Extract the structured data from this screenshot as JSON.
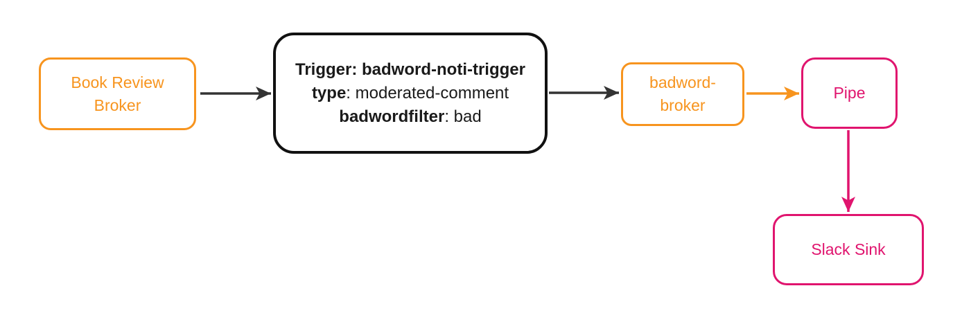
{
  "diagram": {
    "title": "event flow diagram",
    "colors": {
      "orange": "#F7941E",
      "pink": "#E0146E",
      "black": "#111111",
      "arrow_dark": "#333333",
      "background": "#ffffff"
    },
    "nodes": {
      "book_review_broker": {
        "label": "Book Review\nBroker"
      },
      "trigger": {
        "lines": [
          {
            "bold": "Trigger: badword-noti-trigger",
            "rest": ""
          },
          {
            "bold": "type",
            "rest": ": moderated-comment"
          },
          {
            "bold": "badwordfilter",
            "rest": ": bad"
          }
        ]
      },
      "badword_broker": {
        "label": "badword-\nbroker"
      },
      "pipe": {
        "label": "Pipe"
      },
      "slack_sink": {
        "label": "Slack Sink"
      }
    },
    "edges": [
      {
        "from": "book_review_broker",
        "to": "trigger",
        "color": "dark"
      },
      {
        "from": "trigger",
        "to": "badword_broker",
        "color": "dark"
      },
      {
        "from": "badword_broker",
        "to": "pipe",
        "color": "orange"
      },
      {
        "from": "pipe",
        "to": "slack_sink",
        "color": "pink"
      }
    ]
  }
}
